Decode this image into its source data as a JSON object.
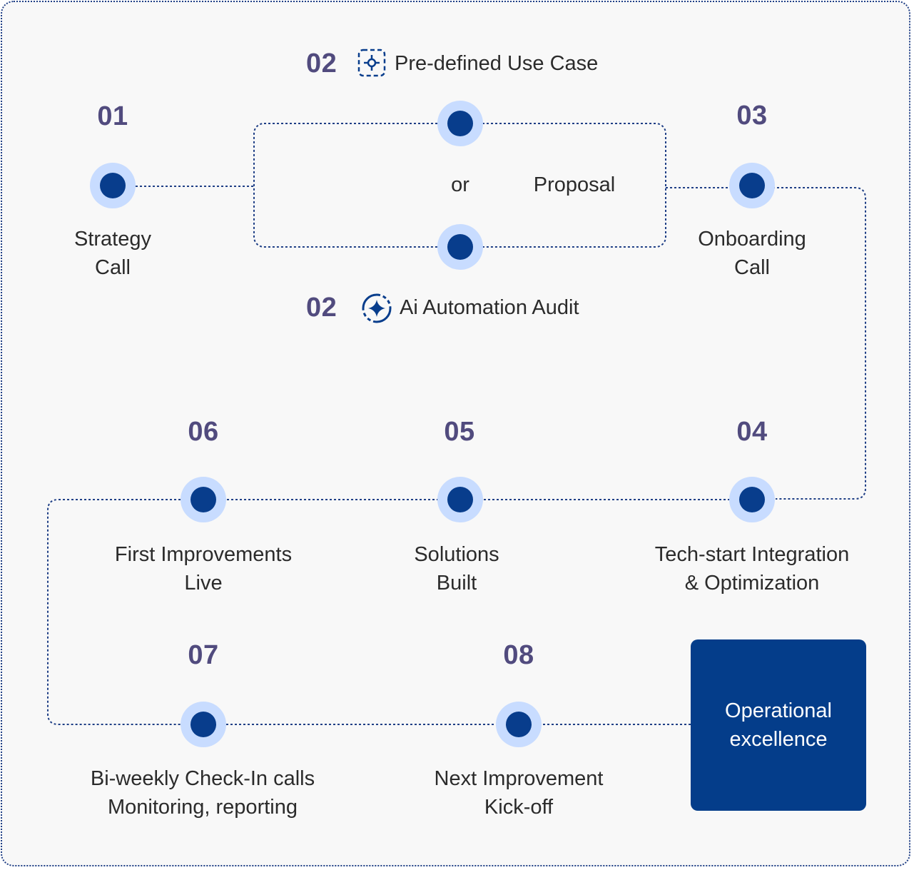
{
  "steps": {
    "s01": {
      "number": "01",
      "label": [
        "Strategy",
        "Call"
      ]
    },
    "s02a": {
      "number": "02",
      "label": "Pre-defined Use Case",
      "icon": "target-crosshair-icon"
    },
    "s02b": {
      "number": "02",
      "label": "Ai Automation Audit",
      "icon": "sparkle-cycle-icon"
    },
    "s03": {
      "number": "03",
      "label": [
        "Onboarding",
        "Call"
      ]
    },
    "s04": {
      "number": "04",
      "label": [
        "Tech-start Integration",
        "&  Optimization"
      ]
    },
    "s05": {
      "number": "05",
      "label": [
        "Solutions",
        "Built"
      ]
    },
    "s06": {
      "number": "06",
      "label": [
        "First Improvements",
        "Live"
      ]
    },
    "s07": {
      "number": "07",
      "label": [
        "Bi-weekly Check-In calls",
        "Monitoring, reporting"
      ]
    },
    "s08": {
      "number": "08",
      "label": [
        "Next Improvement",
        "Kick-off"
      ]
    }
  },
  "branch": {
    "or_text": "or",
    "result_text": "Proposal"
  },
  "goal": {
    "label": [
      "Operational",
      "excellence"
    ]
  },
  "colors": {
    "node_outer": "#c8dcff",
    "node_inner": "#083d8c",
    "number": "#514b7e",
    "line": "#1f3f86",
    "goal_bg": "#043d8a",
    "text": "#2b2b2b"
  }
}
